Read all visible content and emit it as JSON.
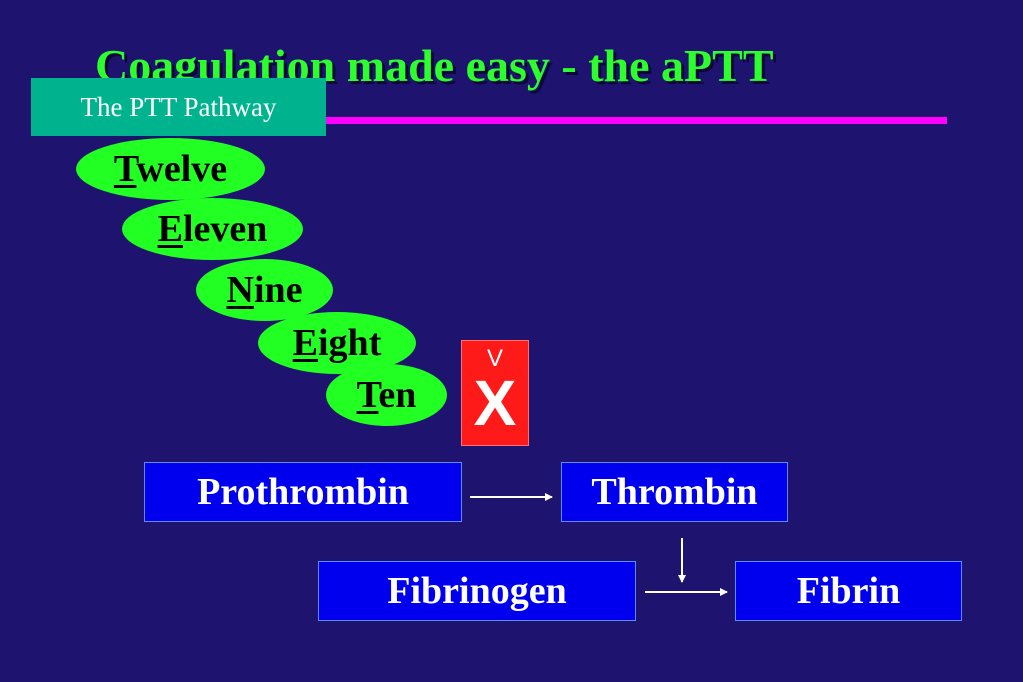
{
  "slide": {
    "title": "Coagulation made easy - the aPTT",
    "badge": "The PTT Pathway"
  },
  "factors": [
    {
      "initial": "T",
      "rest": "welve"
    },
    {
      "initial": "E",
      "rest": "leven"
    },
    {
      "initial": "N",
      "rest": "ine"
    },
    {
      "initial": "E",
      "rest": "ight"
    },
    {
      "initial": "T",
      "rest": "en"
    }
  ],
  "factor_x": {
    "mark": "V",
    "letter": "X"
  },
  "boxes": {
    "prothrombin": "Prothrombin",
    "thrombin": "Thrombin",
    "fibrinogen": "Fibrinogen",
    "fibrin": "Fibrin"
  },
  "colors": {
    "background": "#1f1370",
    "title": "#2cff2c",
    "rule": "#ff00ff",
    "badge": "#00b38f",
    "factor_ellipse": "#22ff22",
    "factor_x_box": "#ff1a1a",
    "box": "#0000ee"
  }
}
